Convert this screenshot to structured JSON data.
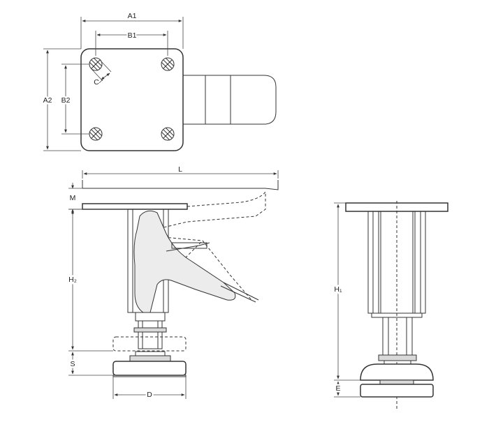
{
  "labels": {
    "a1": "A1",
    "b1": "B1",
    "a2": "A2",
    "b2": "B2",
    "c": "C",
    "l": "L",
    "m": "M",
    "h2": "H₂",
    "s": "S",
    "d": "D",
    "h1": "H₁",
    "e": "E"
  }
}
